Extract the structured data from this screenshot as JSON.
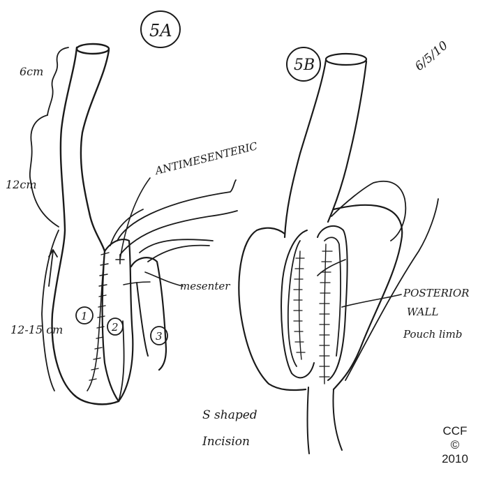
{
  "figure_a": {
    "panel_label": "5A",
    "label_6cm": "6cm",
    "label_12cm": "12cm",
    "label_12_15cm": "12-15 cm",
    "label_antimesenteric": "ANTIMESENTERIC",
    "label_mesenter": "mesenter",
    "limb_1": "1",
    "limb_2": "2",
    "limb_3": "3",
    "caption_line1": "S shaped",
    "caption_line2": "Incision"
  },
  "figure_b": {
    "panel_label": "5B",
    "posterior_line1": "POSTERIOR",
    "posterior_line2": "WALL",
    "posterior_line3": "Pouch limb"
  },
  "date_note": "6/5/10",
  "credit": {
    "line1": "CCF",
    "line2": "©",
    "line3": "2010"
  }
}
